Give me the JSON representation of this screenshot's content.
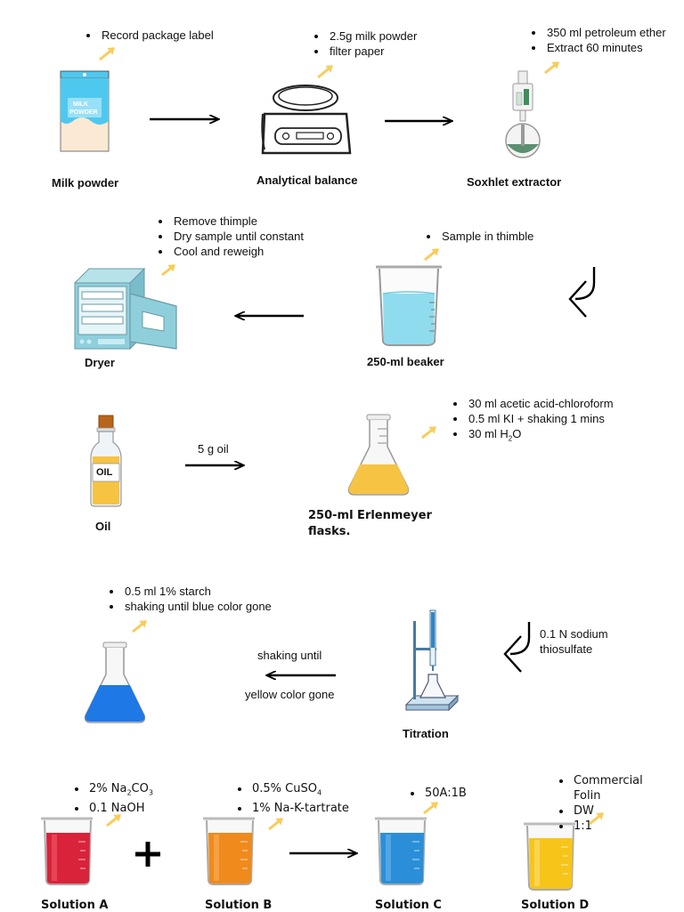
{
  "row1": {
    "milk": {
      "label": "Milk powder",
      "notes": [
        "Record package label"
      ],
      "carton_text": [
        "MILK",
        "POWDER"
      ]
    },
    "balance": {
      "label": "Analytical balance",
      "notes": [
        "2.5g milk powder",
        "filter paper"
      ]
    },
    "soxhlet": {
      "label": "Soxhlet extractor",
      "notes": [
        "350 ml petroleum ether",
        "Extract 60 minutes"
      ]
    }
  },
  "row2": {
    "beaker": {
      "label": "250-ml beaker",
      "notes": [
        "Sample in thimble"
      ]
    },
    "dryer": {
      "label": "Dryer",
      "notes": [
        "Remove thimple",
        "Dry sample until constant",
        "Cool and reweigh"
      ]
    }
  },
  "row3": {
    "oil": {
      "label": "Oil",
      "bottle_text": "OIL"
    },
    "arrow_text": "5 g oil",
    "flask": {
      "label_line1": "250-ml Erlenmeyer",
      "label_line2": "flasks.",
      "notes": [
        "30 ml acetic acid-chloroform",
        "0.5 ml KI + shaking 1 mins"
      ],
      "water_note": {
        "prefix": "30 ml H",
        "sub": "2",
        "suffix": "O"
      }
    }
  },
  "row4": {
    "titration": {
      "label": "Titration"
    },
    "thiosulfate_lines": [
      "0.1 N sodium",
      "thiosulfate"
    ],
    "arrow_text_top": "shaking until",
    "arrow_text_bottom": "yellow color gone",
    "blue_flask": {
      "notes": [
        "0.5 ml 1% starch",
        "shaking until blue color gone"
      ]
    }
  },
  "row5": {
    "solA": {
      "label": "Solution A",
      "note1": {
        "p1": "2% Na",
        "s1": "2",
        "p2": "CO",
        "s2": "3"
      },
      "note2": "0.1 NaOH"
    },
    "solB": {
      "label": "Solution B",
      "note1": {
        "p1": "0.5% CuSO",
        "s1": "4"
      },
      "note2": "1% Na-K-tartrate"
    },
    "solC": {
      "label": "Solution C",
      "notes": [
        "50A:1B"
      ]
    },
    "solD": {
      "label": "Solution D",
      "notes": [
        "Commercial Folin",
        "DW",
        "1:1"
      ]
    }
  },
  "colors": {
    "arrow_yellow": "#f7cd5a",
    "milk_blue": "#4fc8ef",
    "water_blue": "#8fdcef",
    "flask_yellow": "#f6c343",
    "flask_blue": "#1e78e6",
    "sol_red": "#d9233a",
    "sol_orange": "#f08a1c",
    "sol_blue": "#2a8fd8",
    "sol_yellow": "#f7c51a",
    "dryer_teal": "#8fcfdc"
  }
}
